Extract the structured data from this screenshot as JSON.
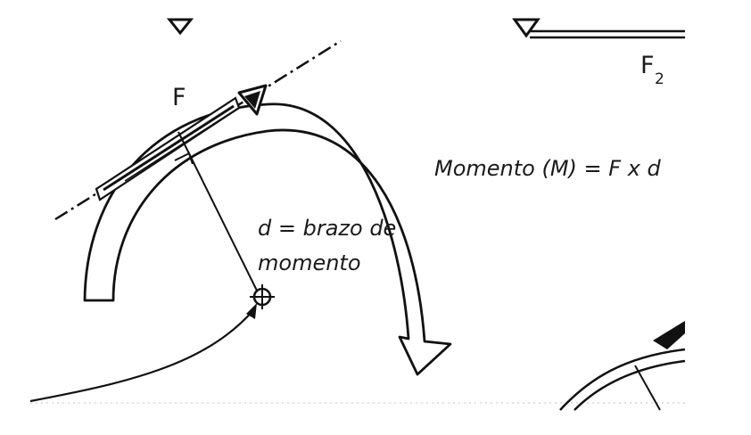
{
  "labels": {
    "force": "F",
    "force2_main": "F",
    "force2_sub": "2",
    "formula": "Momento (M) = F x d",
    "lever_line1": "d = brazo de",
    "lever_line2": "momento"
  },
  "colors": {
    "ink": "#111111",
    "paper": "#ffffff"
  },
  "icons": {
    "pivot": "pivot-crosshair-icon",
    "rotation": "curved-rotation-arrow-icon",
    "force": "force-arrow-icon"
  }
}
